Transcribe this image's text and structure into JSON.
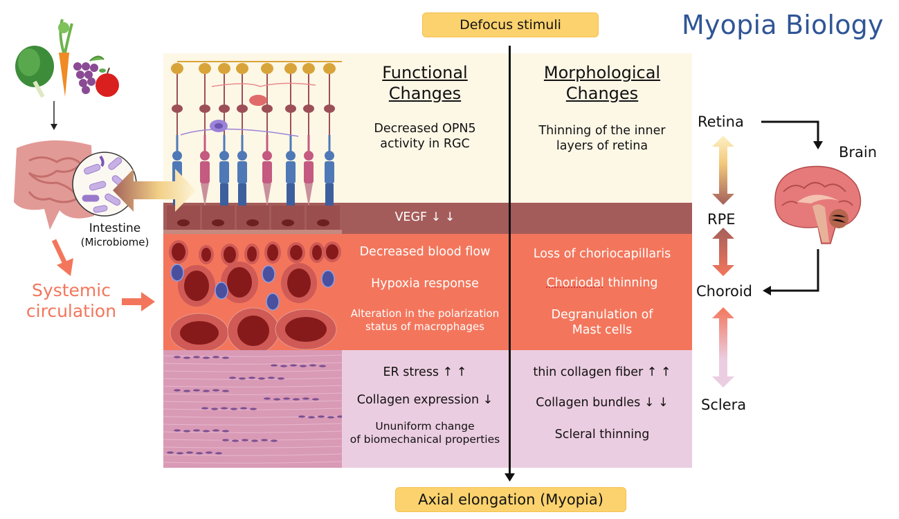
{
  "title": "Myopia Biology",
  "top_box": "Defocus stimuli",
  "bottom_box": "Axial elongation (Myopia)",
  "columns": {
    "functional": {
      "heading_line1": "Functional",
      "heading_line2": "Changes"
    },
    "morphological": {
      "heading_line1": "Morphological",
      "heading_line2": "Changes"
    }
  },
  "layers": {
    "retina": {
      "functional": [
        "Decreased OPN5",
        "activity in RGC"
      ],
      "morphological": [
        "Thinning of the inner",
        "layers of retina"
      ]
    },
    "rpe": {
      "functional": "VEGF ↓ ↓",
      "morphological": ""
    },
    "choroid": {
      "functional": [
        "Decreased blood flow",
        "Hypoxia response",
        "Alteration in the polarization",
        "status of macrophages"
      ],
      "morphological": [
        "Loss of choriocapillaris",
        "Choriodal",
        " thinning",
        "Degranulation of",
        "Mast cells"
      ]
    },
    "sclera": {
      "functional": [
        "ER stress ↑ ↑",
        "Collagen expression ↓",
        "Ununiform change",
        "of biomechanical properties"
      ],
      "morphological": [
        "thin collagen fiber ↑ ↑",
        "Collagen bundles ↓ ↓",
        "Scleral thinning"
      ]
    }
  },
  "left_panel": {
    "intestine_label": "Intestine",
    "microbiome_label": "(Microbiome)",
    "systemic_line1": "Systemic",
    "systemic_line2": "circulation"
  },
  "right_panel": {
    "retina": "Retina",
    "rpe": "RPE",
    "choroid": "Choroid",
    "sclera": "Sclera",
    "brain": "Brain"
  },
  "colors": {
    "title": "#2f5596",
    "pill": "#fbd26e",
    "retina_band": "#fdf7e6",
    "rpe_band": "#a45c5a",
    "choroid_band": "#f3765c",
    "sclera_band": "#ebcde1",
    "systemic_text": "#f3765c"
  }
}
